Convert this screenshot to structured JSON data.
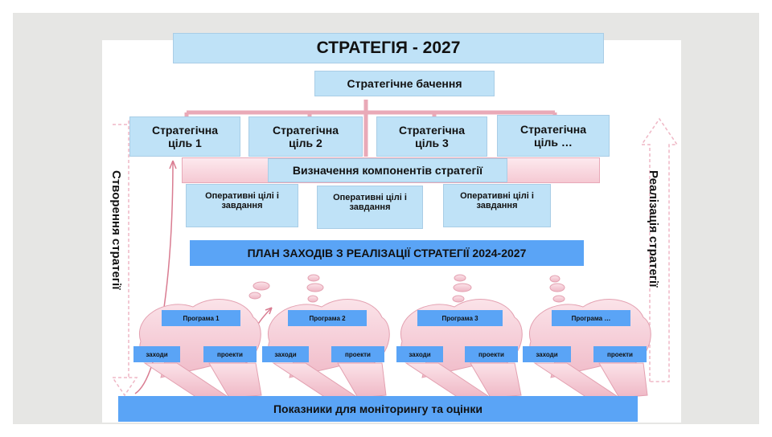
{
  "title": "СТРАТЕГІЯ - 2027",
  "vision": "Стратегічне бачення",
  "goals": [
    {
      "line1": "Стратегічна",
      "line2": "ціль 1"
    },
    {
      "line1": "Стратегічна",
      "line2": "ціль 2"
    },
    {
      "line1": "Стратегічна",
      "line2": "ціль 3"
    },
    {
      "line1": "Стратегічна",
      "line2": "ціль …"
    }
  ],
  "components": "Визначення компонентів стратегії",
  "operational": [
    {
      "line1": "Оперативні цілі і",
      "line2": "завдання"
    },
    {
      "line1": "Оперативні цілі і",
      "line2": "завдання"
    },
    {
      "line1": "Оперативні цілі і",
      "line2": "завдання"
    }
  ],
  "plan": "ПЛАН ЗАХОДІВ З РЕАЛІЗАЦІЇ СТРАТЕГІЇ 2024-2027",
  "programs": [
    "Програма 1",
    "Програма 2",
    "Програма 3",
    "Програма …"
  ],
  "measures_label": "заходи",
  "projects_label": "проекти",
  "indicators": "Показники для моніторингу та оцінки",
  "left_side": "Створення стратегії",
  "right_side": "Реалізація стратегії",
  "colors": {
    "accent_blue": "#5aa4f6",
    "light_blue": "#bfe2f7",
    "pink": "#f5c9d3"
  }
}
